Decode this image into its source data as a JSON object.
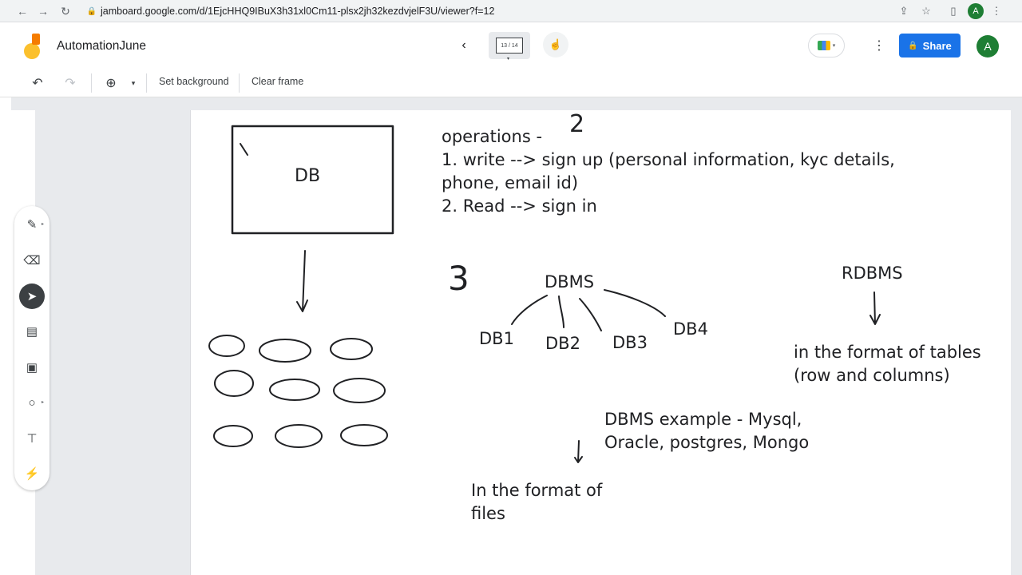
{
  "browser": {
    "url": "jamboard.google.com/d/1EjcHHQ9IBuX3h31xl0Cm11-plsx2jh32kezdvjelF3U/viewer?f=12",
    "profile_initial": "A",
    "icons": [
      "back-arrow-icon",
      "forward-arrow-icon",
      "reload-icon",
      "lock-icon",
      "share-page-icon",
      "star-icon",
      "side-panel-icon",
      "menu-kebab-icon"
    ]
  },
  "header": {
    "title": "AutomationJune",
    "frame_counter": "13 / 14",
    "share_label": "Share",
    "user_initial": "A",
    "icons": [
      "jamboard-logo-icon",
      "chevron-left-icon",
      "frame-thumbnail-icon",
      "hand-cursor-icon",
      "meet-camera-icon",
      "more-vert-icon",
      "lock-icon"
    ]
  },
  "toolbar": {
    "set_background_label": "Set background",
    "clear_frame_label": "Clear frame",
    "icons": [
      "undo-icon",
      "redo-icon",
      "zoom-icon",
      "dropdown-caret-icon"
    ]
  },
  "palette": {
    "tools": [
      "pen-icon",
      "eraser-icon",
      "select-cursor-icon",
      "sticky-note-icon",
      "image-icon",
      "shape-circle-icon",
      "text-box-icon",
      "laser-icon"
    ],
    "active_tool": "select-cursor-icon"
  },
  "board": {
    "box_label": "DB",
    "operations": [
      "operations -",
      "1. write --> sign up (personal information, kyc details,",
      "phone, email id)",
      "2. Read --> sign in"
    ],
    "dbms": "DBMS",
    "children": [
      "DB1",
      "DB2",
      "DB3",
      "DB4"
    ],
    "rdbms": "RDBMS",
    "rdbms_note": [
      "in the format of tables",
      "(row and columns)"
    ],
    "dbms_example": [
      "DBMS example - Mysql,",
      "Oracle, postgres, Mongo"
    ],
    "files_note": [
      "In the format of",
      "files"
    ],
    "scribble_numbers": [
      "2",
      "3"
    ]
  },
  "colors": {
    "accent": "#1a73e8",
    "avatar": "#1e7e34",
    "ink": "#202124",
    "logo_orange": "#f57c00",
    "logo_yellow": "#fbc02d"
  }
}
